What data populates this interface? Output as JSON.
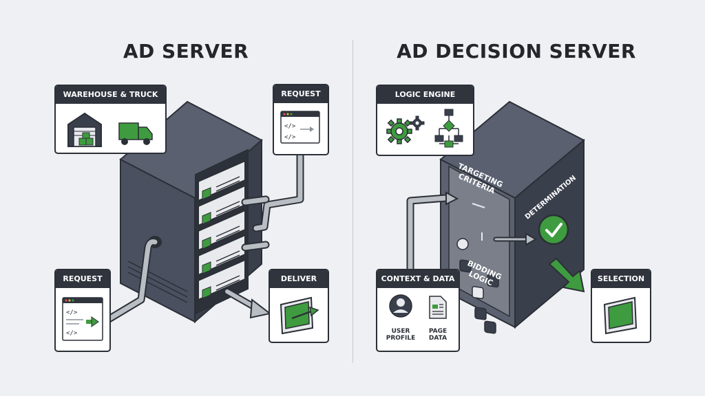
{
  "left": {
    "title": "AD SERVER",
    "cards": {
      "warehouse": "WAREHOUSE & TRUCK",
      "request_top": "REQUEST",
      "request_bottom": "REQUEST",
      "deliver": "DELIVER"
    }
  },
  "right": {
    "title": "AD DECISION SERVER",
    "cards": {
      "logic_engine": "LOGIC ENGINE",
      "context_data": "CONTEXT & DATA",
      "selection": "SELECTION"
    },
    "context_items": {
      "user_profile": "USER\nPROFILE",
      "page_data": "PAGE\nDATA"
    },
    "panel_labels": {
      "targeting": "TARGETING\nCRITERIA",
      "bidding": "BIDDING\nLOGIC",
      "determination": "DETERMINATION"
    }
  },
  "colors": {
    "green": "#3f9b3f",
    "dark": "#2f343d",
    "server_front": "#4a5060",
    "server_side": "#3a3f4c",
    "background": "#eef0f3"
  },
  "icons": [
    "warehouse-icon",
    "truck-icon",
    "code-window-icon",
    "monitor-icon",
    "gear-icon",
    "flowchart-icon",
    "user-icon",
    "document-icon",
    "checkmark-icon"
  ]
}
